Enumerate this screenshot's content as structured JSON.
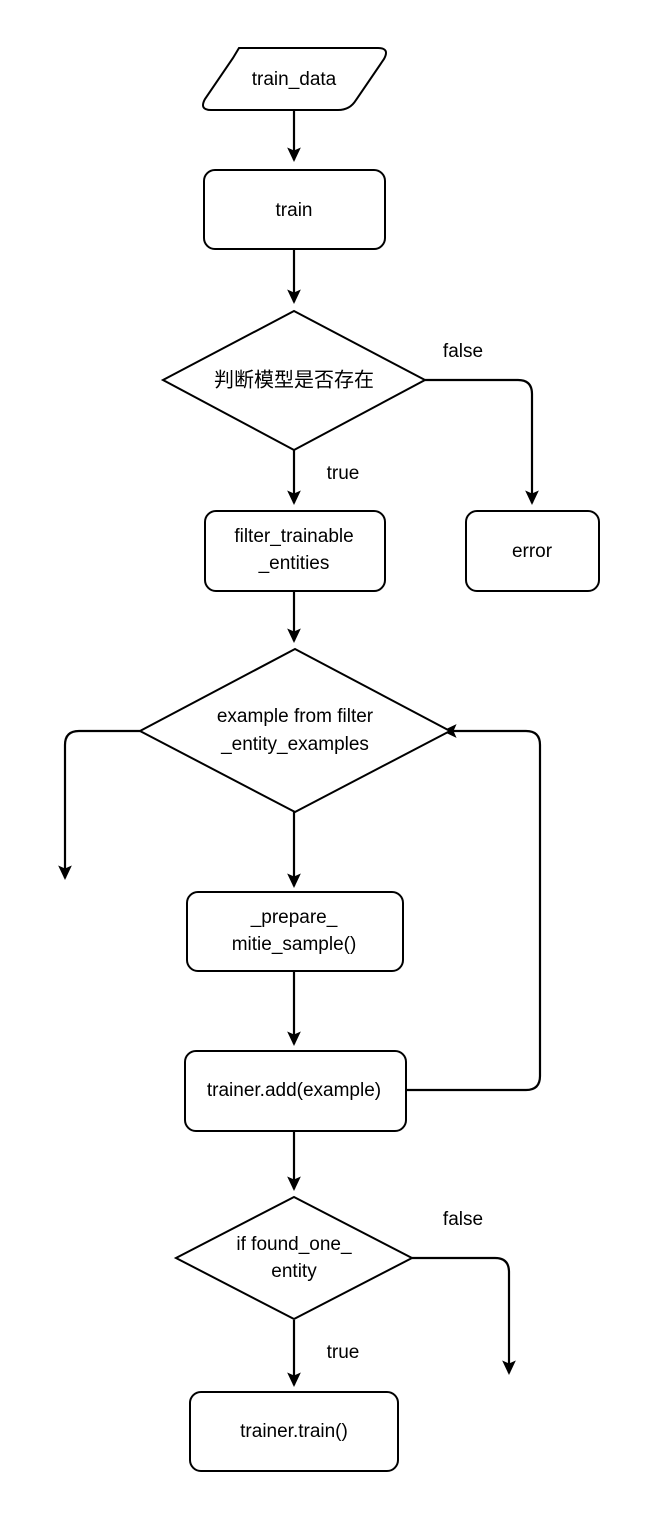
{
  "diagram": {
    "title": "mitie entity extractor train flowchart",
    "background_color": "#ffffff",
    "stroke_color": "#000000",
    "fill_color": "#ffffff"
  },
  "nodes": {
    "train_data": {
      "label": "train_data",
      "shape": "parallelogram"
    },
    "train": {
      "label": "train",
      "shape": "rounded-rect"
    },
    "model_exists": {
      "label": "判断模型是否存在",
      "shape": "diamond"
    },
    "filter_trainable_entities": {
      "line1": "filter_trainable",
      "line2": "_entities",
      "shape": "rounded-rect"
    },
    "error": {
      "label": "error",
      "shape": "rounded-rect"
    },
    "example_from_filter": {
      "line1": "example from filter",
      "line2": "_entity_examples",
      "shape": "diamond"
    },
    "prepare_mitie_sample": {
      "line1": "_prepare_",
      "line2": "mitie_sample()",
      "shape": "rounded-rect"
    },
    "trainer_add": {
      "label": "trainer.add(example)",
      "shape": "rounded-rect"
    },
    "if_found_one_entity": {
      "line1": "if found_one_",
      "line2": "entity",
      "shape": "diamond"
    },
    "trainer_train": {
      "label": "trainer.train()",
      "shape": "rounded-rect"
    }
  },
  "edge_labels": {
    "model_exists_false": "false",
    "model_exists_true": "true",
    "found_one_entity_false": "false",
    "found_one_entity_true": "true"
  }
}
